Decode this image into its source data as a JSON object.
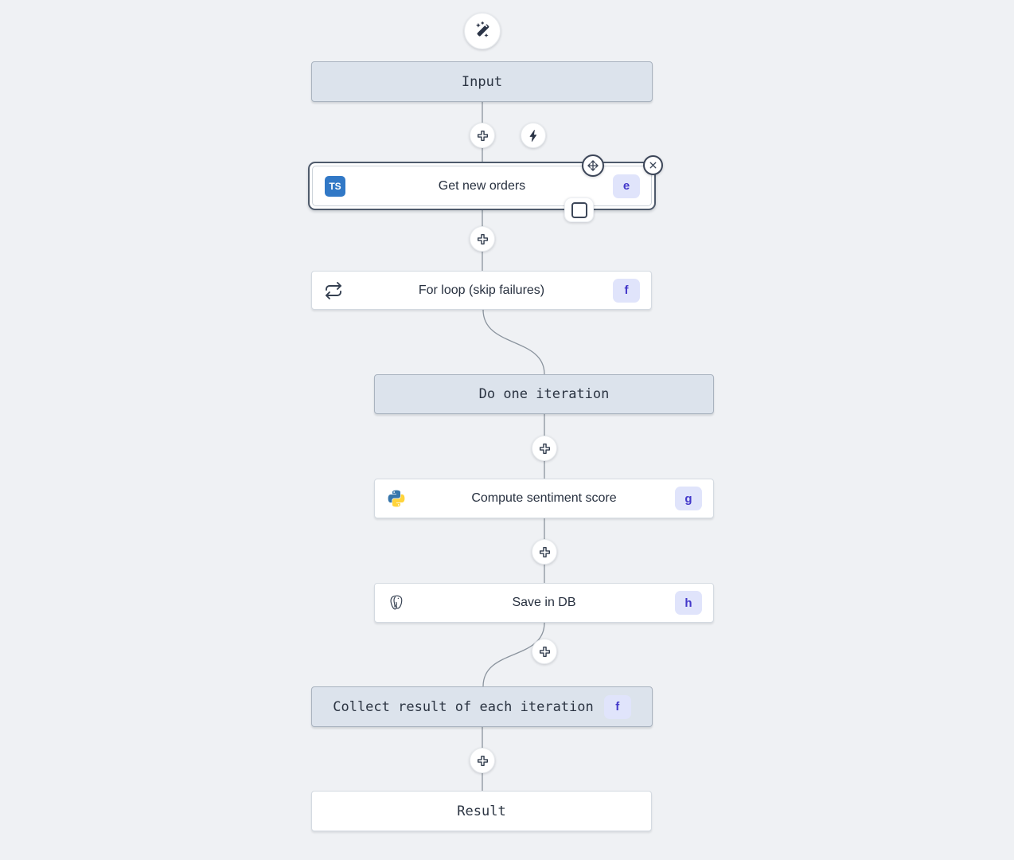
{
  "flow": {
    "trigger": {
      "icon": "magic-wand-icon"
    },
    "nodes": {
      "input": {
        "label": "Input",
        "type": "virtual"
      },
      "get_new_orders": {
        "label": "Get new orders",
        "badge": "e",
        "language": "typescript",
        "selected": true
      },
      "for_loop": {
        "label": "For loop (skip failures)",
        "badge": "f",
        "icon": "repeat-icon"
      },
      "do_one_iteration": {
        "label": "Do one iteration",
        "type": "virtual"
      },
      "compute_sentiment": {
        "label": "Compute sentiment score",
        "badge": "g",
        "language": "python"
      },
      "save_in_db": {
        "label": "Save in DB",
        "badge": "h",
        "language": "postgresql"
      },
      "collect_result": {
        "label": "Collect result of each iteration",
        "badge": "f",
        "type": "virtual"
      },
      "result": {
        "label": "Result",
        "type": "virtual"
      }
    },
    "selection_controls": {
      "icons": [
        "move-icon",
        "close-icon",
        "checkbox-icon"
      ]
    },
    "add_buttons_icon": "plus-icon",
    "trigger_shortcut_icon": "bolt-icon",
    "typescript_icon_label": "TS"
  },
  "colors": {
    "canvas_bg": "#eff1f4",
    "virtual_node_bg": "#dce3ec",
    "virtual_node_border": "#a9b3bf",
    "step_node_bg": "#ffffff",
    "step_node_border": "#d4dae1",
    "selected_border": "#4e5a6b",
    "badge_bg": "#e0e4fb",
    "badge_text": "#4338ca",
    "typescript_blue": "#3178c6",
    "python_blue": "#3776ab",
    "python_yellow": "#ffd43b",
    "edge_stroke": "#8b949e",
    "icon_dark": "#2b3447"
  }
}
